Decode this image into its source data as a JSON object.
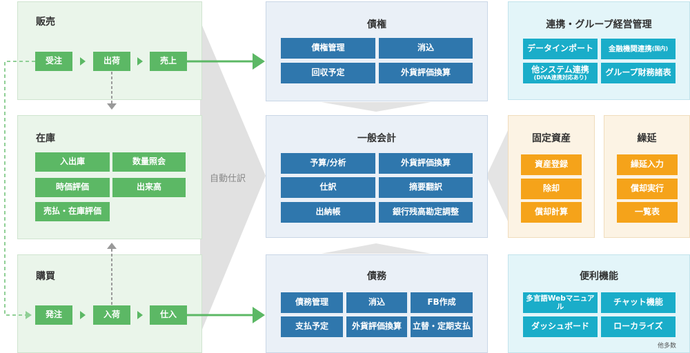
{
  "sales": {
    "title": "販売",
    "flow": [
      "受注",
      "出荷",
      "売上"
    ]
  },
  "inventory": {
    "title": "在庫",
    "items": [
      "入出庫",
      "数量照会",
      "時価評価",
      "出来高",
      "売払・在庫評価"
    ]
  },
  "purchase": {
    "title": "購買",
    "flow": [
      "発注",
      "入荷",
      "仕入"
    ]
  },
  "auto_journal": "自動仕訳",
  "receivables": {
    "title": "債権",
    "items": [
      "債権管理",
      "消込",
      "回収予定",
      "外貨評価換算"
    ]
  },
  "general_ledger": {
    "title": "一般会計",
    "items": [
      "予算/分析",
      "外貨評価換算",
      "仕訳",
      "摘要翻訳",
      "出納帳",
      "銀行残高勘定調整"
    ]
  },
  "payables": {
    "title": "債務",
    "items": [
      "債務管理",
      "消込",
      "FB作成",
      "支払予定",
      "外貨評価換算",
      "立替・定期支払"
    ]
  },
  "group": {
    "title": "連携・グループ経営管理",
    "items": [
      "データインポート",
      "金融機関連携",
      "(国内)",
      "他システム連携",
      "(DIVA連携対応あり)",
      "グループ財務諸表"
    ]
  },
  "fixed_assets": {
    "title": "固定資産",
    "items": [
      "資産登録",
      "除却",
      "償却計算"
    ]
  },
  "deferral": {
    "title": "繰延",
    "items": [
      "繰延入力",
      "償却実行",
      "一覧表"
    ]
  },
  "features": {
    "title": "便利機能",
    "items": [
      "多言語Webマニュアル",
      "チャット機能",
      "ダッシュボード",
      "ローカライズ"
    ],
    "note": "他多数"
  },
  "colors": {
    "green_button": "#5cb865",
    "blue_button": "#2f77ad",
    "cyan_button": "#1aadc9",
    "orange_button": "#f5a31a",
    "arrow_gray": "#d9d9d9"
  }
}
